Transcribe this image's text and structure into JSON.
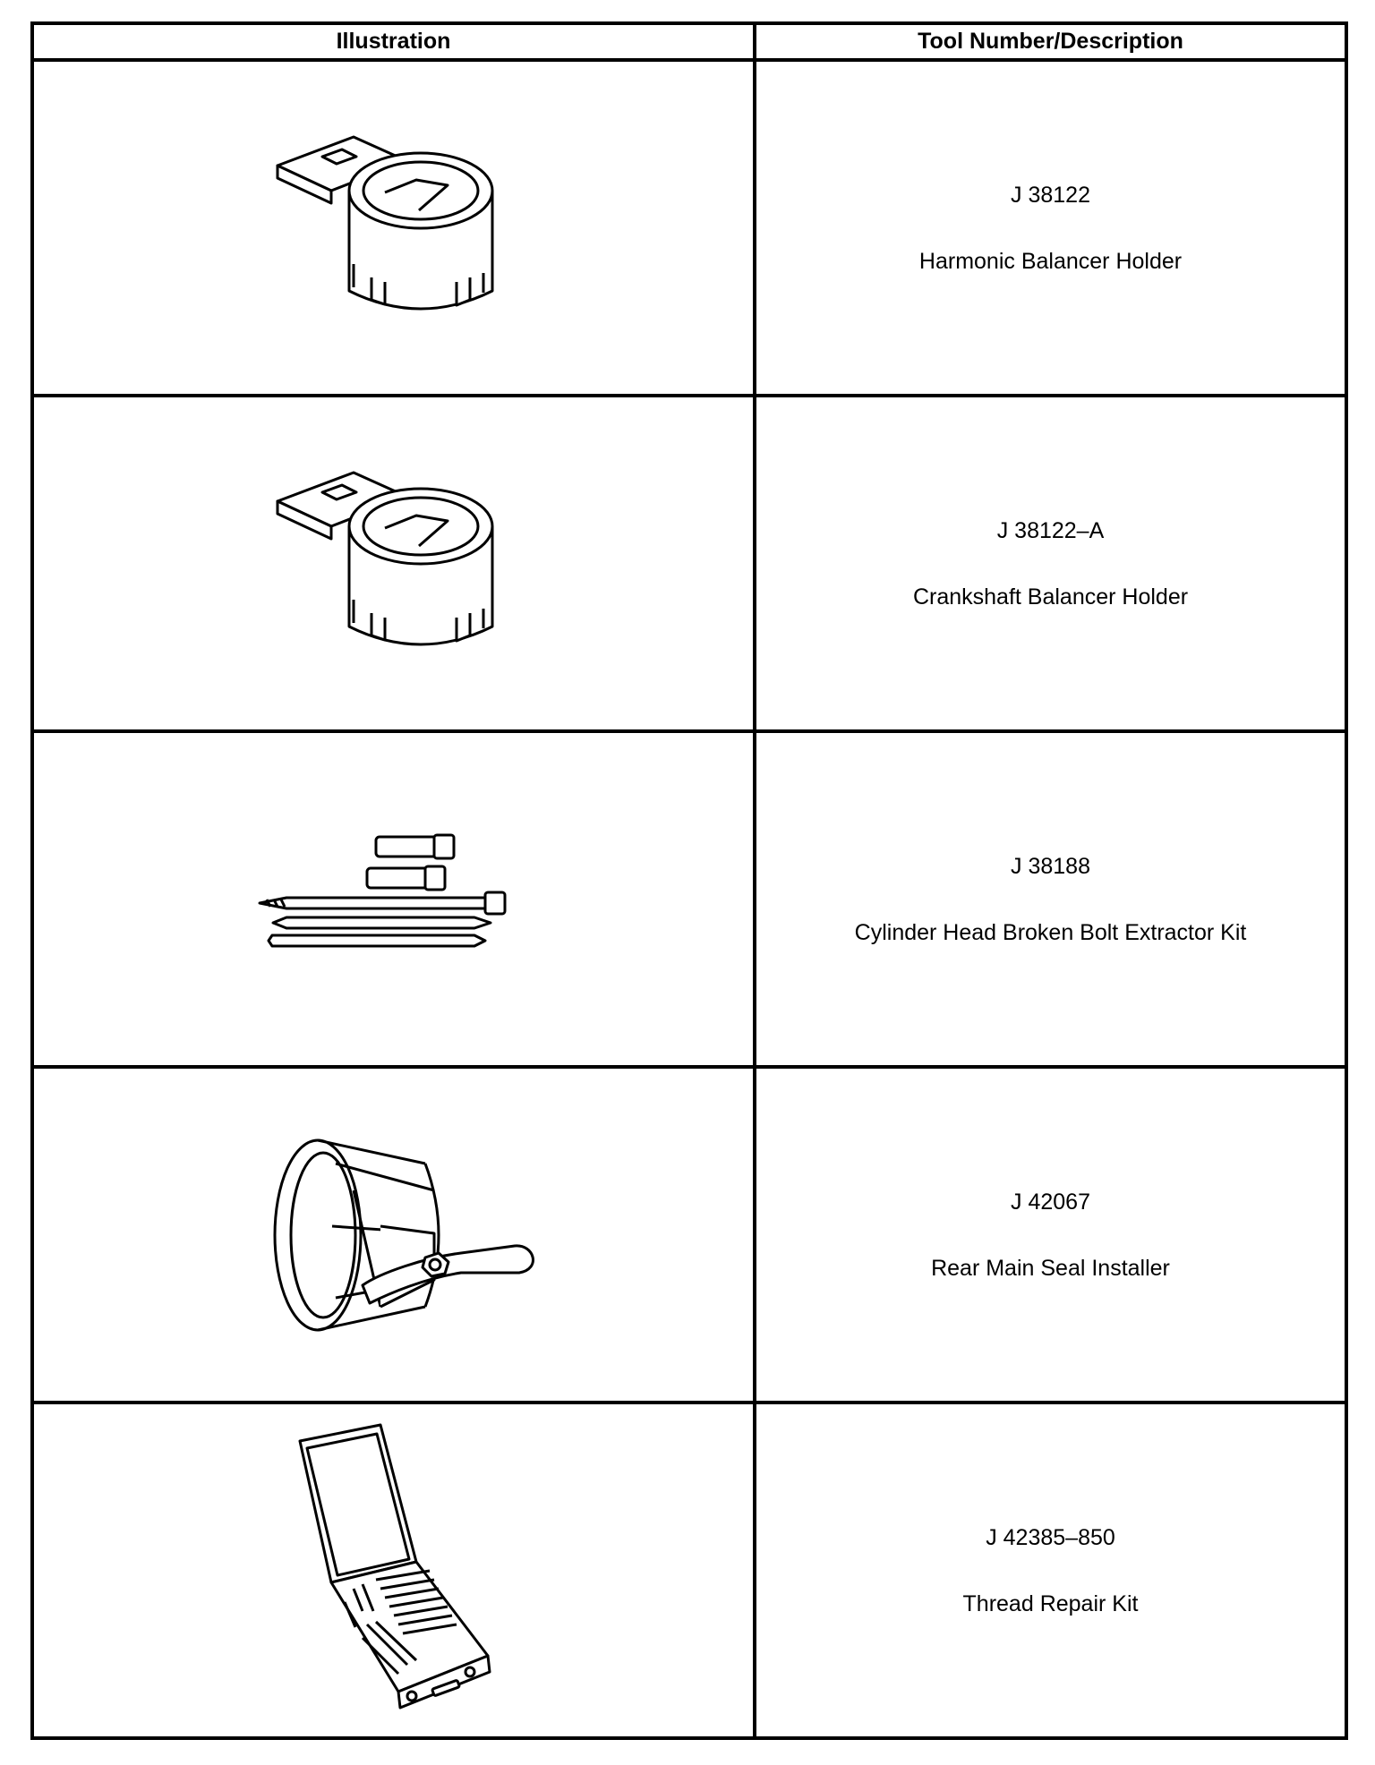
{
  "table": {
    "headers": {
      "illustration": "Illustration",
      "tool": "Tool Number/Description"
    },
    "rows": [
      {
        "number": "J 38122",
        "description": "Harmonic Balancer Holder",
        "icon": "balancer-holder-icon"
      },
      {
        "number": "J 38122–A",
        "description": "Crankshaft Balancer Holder",
        "icon": "balancer-holder-icon"
      },
      {
        "number": "J 38188",
        "description": "Cylinder Head Broken Bolt Extractor Kit",
        "icon": "bolt-extractor-kit-icon"
      },
      {
        "number": "J 42067",
        "description": "Rear Main Seal Installer",
        "icon": "seal-installer-icon"
      },
      {
        "number": "J 42385–850",
        "description": "Thread Repair Kit",
        "icon": "thread-repair-kit-icon"
      }
    ]
  }
}
